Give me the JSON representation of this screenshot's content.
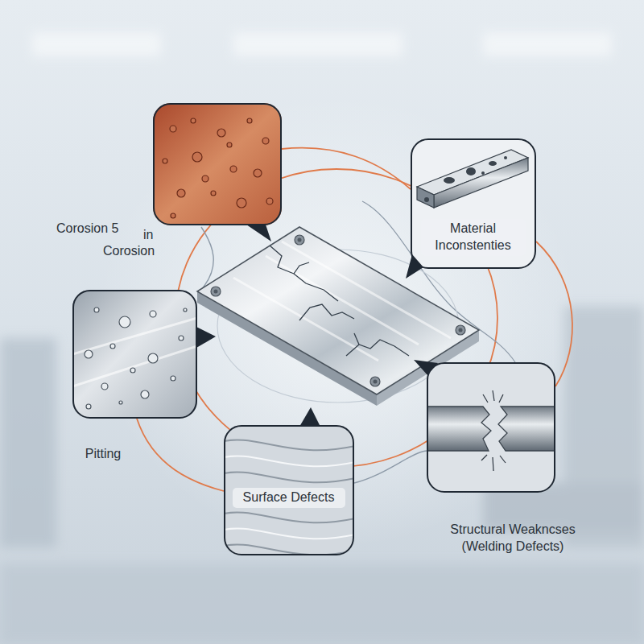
{
  "diagram": {
    "nodes": [
      {
        "text": [
          "Corosion 5",
          "in",
          "Corosion"
        ]
      },
      {
        "text": [
          "Material Inconstenties"
        ]
      },
      {
        "text": [
          "Pitting"
        ]
      },
      {
        "text": [
          "Surface Defects"
        ]
      },
      {
        "text": [
          "Structural Weakncses (Welding Defects)"
        ]
      }
    ]
  }
}
